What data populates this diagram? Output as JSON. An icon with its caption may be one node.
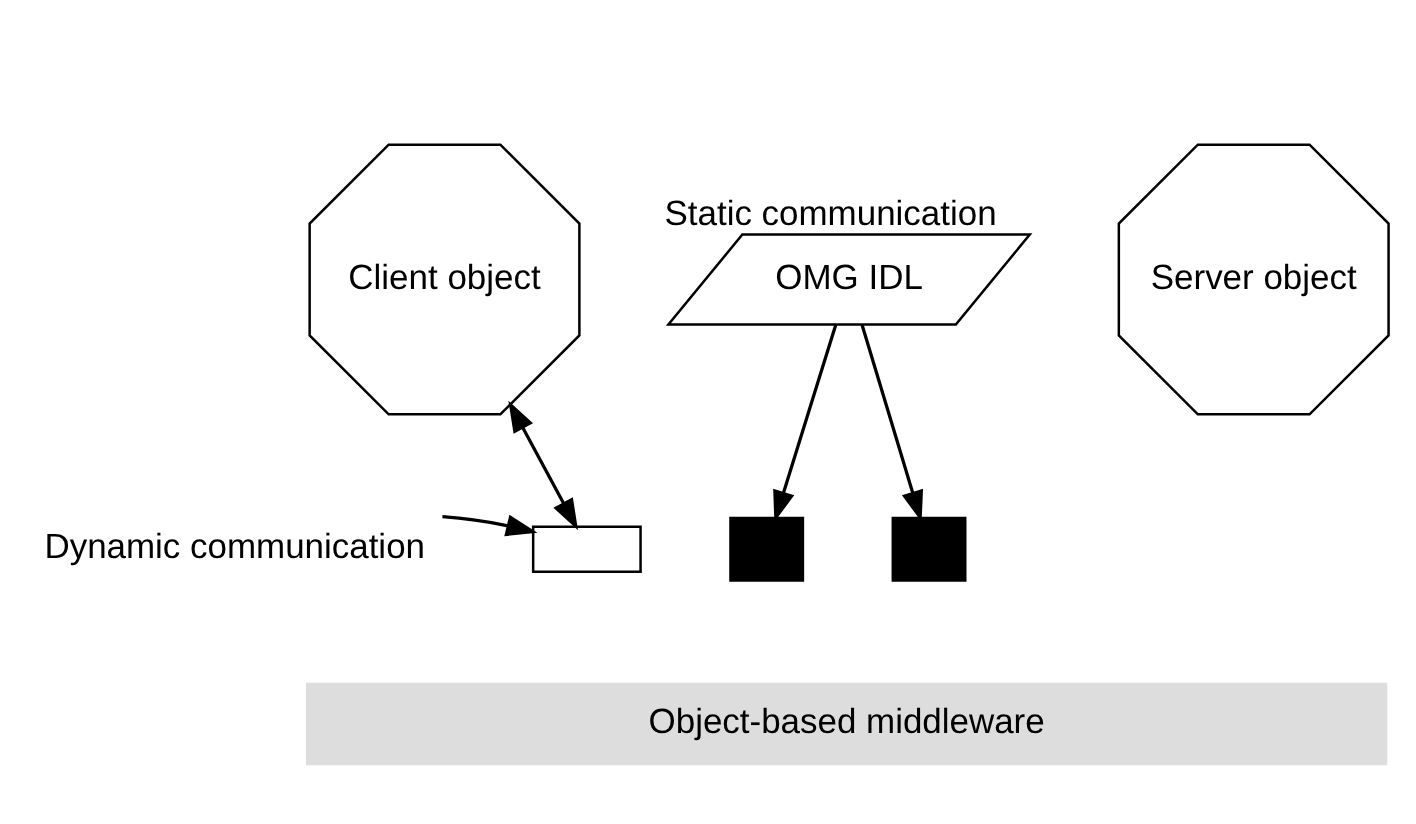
{
  "diagram": {
    "nodes": [
      {
        "text": [
          "OMG IDL"
        ],
        "beside": [
          "Static communication"
        ]
      },
      {
        "text": [
          "Client object"
        ]
      },
      {
        "text": [
          "Server object"
        ]
      },
      {
        "text": [],
        "shape": "box"
      },
      {
        "text": [],
        "shape": "box"
      },
      {
        "text": [],
        "shape": "box"
      },
      {
        "text": [
          "Object-based middleware"
        ]
      },
      {
        "text": [
          "Dynamic communication"
        ]
      }
    ],
    "edges": [
      {
        "from": 0,
        "to": 4,
        "arrow": "to"
      },
      {
        "from": 0,
        "to": 5,
        "arrow": "to"
      },
      {
        "from": 3,
        "to": 1,
        "arrow": "both"
      },
      {
        "from": 7,
        "to": 3,
        "arrow": "to"
      }
    ]
  }
}
